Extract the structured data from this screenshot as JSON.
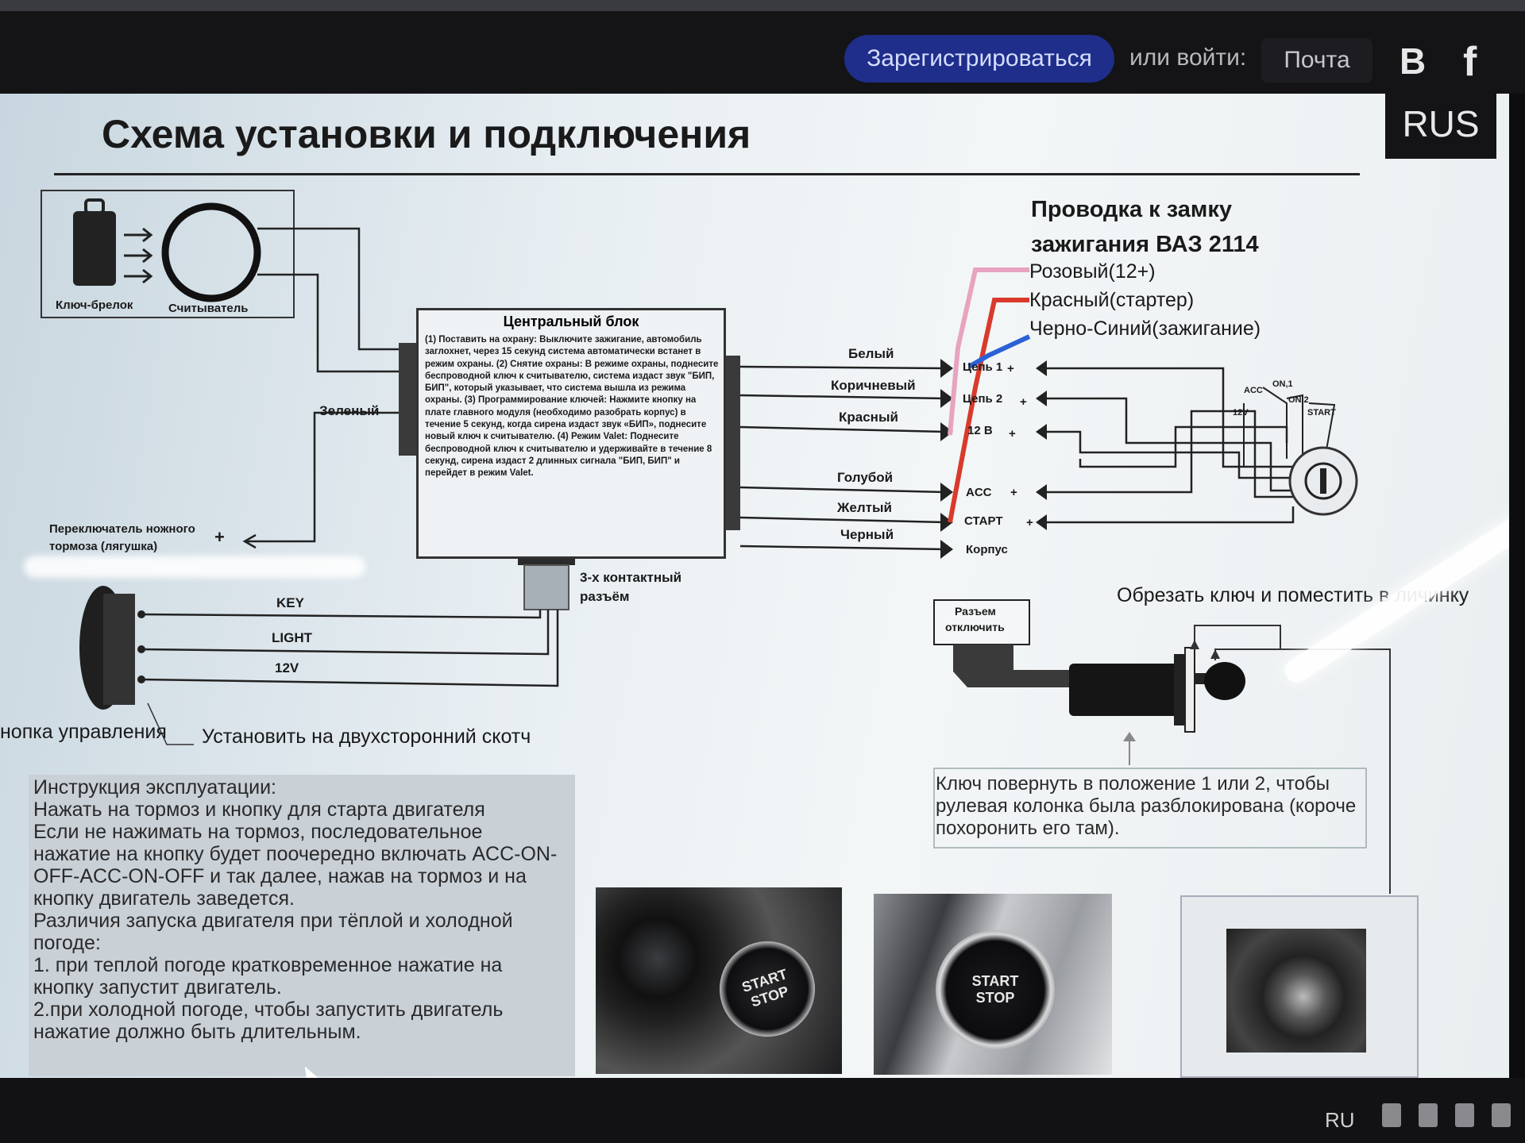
{
  "header": {
    "register_button": "Зарегистрироваться",
    "or_login": "или войти:",
    "mail_button": "Почта",
    "vk_label": "B",
    "fb_label": "f",
    "language": "RUS"
  },
  "document": {
    "title": "Схема установки и подключения",
    "key_fob_label": "Ключ-брелок",
    "reader_label": "Считыватель",
    "central_block": {
      "title": "Центральный блок",
      "text": "(1) Поставить на охрану: Выключите зажигание, автомобиль заглохнет, через 15 секунд система автоматически встанет в режим охраны. (2) Снятие охраны: В режиме охраны, поднесите беспроводной ключ к считывателю, система издаст звук \"БИП, БИП\", который указывает, что система вышла из режима охраны. (3) Программирование ключей: Нажмите кнопку на плате главного модуля (необходимо разобрать корпус) в течение 5 секунд, когда сирена издаст звук «БИП», поднесите новый ключ к считывателю. (4) Режим Valet: Поднесите беспроводной ключ к считывателю и удерживайте в течение 8 секунд, сирена издаст 2 длинных сигнала \"БИП, БИП\" и перейдет в режим Valet."
    },
    "green_label": "Зеленый",
    "brake_switch_label_1": "Переключатель ножного",
    "brake_switch_label_2": "тормоза (лягушка)",
    "plus": "+",
    "connector_label_1": "3-х контактный",
    "connector_label_2": "разъём",
    "button_wires": [
      "KEY",
      "LIGHT",
      "12V"
    ],
    "button_label": "нопка управления",
    "tape_label": "Установить на двухсторонний скотч",
    "wire_colors": [
      "Белый",
      "Коричневый",
      "Красный",
      "Голубой",
      "Желтый",
      "Черный"
    ],
    "terminals": [
      "Цепь 1",
      "Цепь 2",
      "12 В",
      "ACC",
      "СТАРТ",
      "Корпус"
    ],
    "ignition_heading_1": "Проводка к замку",
    "ignition_heading_2": "зажигания ВАЗ 2114",
    "ignition_wires": [
      "Розовый(12+)",
      "Красный(стартер)",
      "Черно-Синий(зажигание)"
    ],
    "switch_positions": [
      "12V",
      "ACC",
      "ON,1",
      "ON,2",
      "START"
    ],
    "disconnect_label_1": "Разъем",
    "disconnect_label_2": "отключить",
    "cut_key_label": "Обрезать ключ и поместить в личинку",
    "key_turn_note": "Ключ повернуть в положение 1 или 2, чтобы рулевая колонка была разблокирована (короче похоронить его там).",
    "instructions": {
      "heading": "Инструкция эксплуатации:",
      "lines": [
        "Нажать на тормоз и кнопку для старта двигателя",
        "Если не нажимать на тормоз, последовательное",
        "нажатие на кнопку будет поочередно включать ACC-ON-",
        "OFF-ACC-ON-OFF и так далее, нажав на тормоз и на",
        "кнопку двигатель заведется.",
        "Различия запуска двигателя при тёплой и холодной",
        "погоде:",
        "1. при теплой погоде кратковременное нажатие на",
        "кнопку запустит двигатель.",
        "2.при холодной погоде, чтобы запустить двигатель",
        "нажатие должно быть длительным."
      ]
    },
    "photo_button_1": [
      "START",
      "STOP"
    ],
    "photo_button_2": [
      "START",
      "STOP"
    ]
  },
  "taskbar": {
    "language": "RU"
  }
}
